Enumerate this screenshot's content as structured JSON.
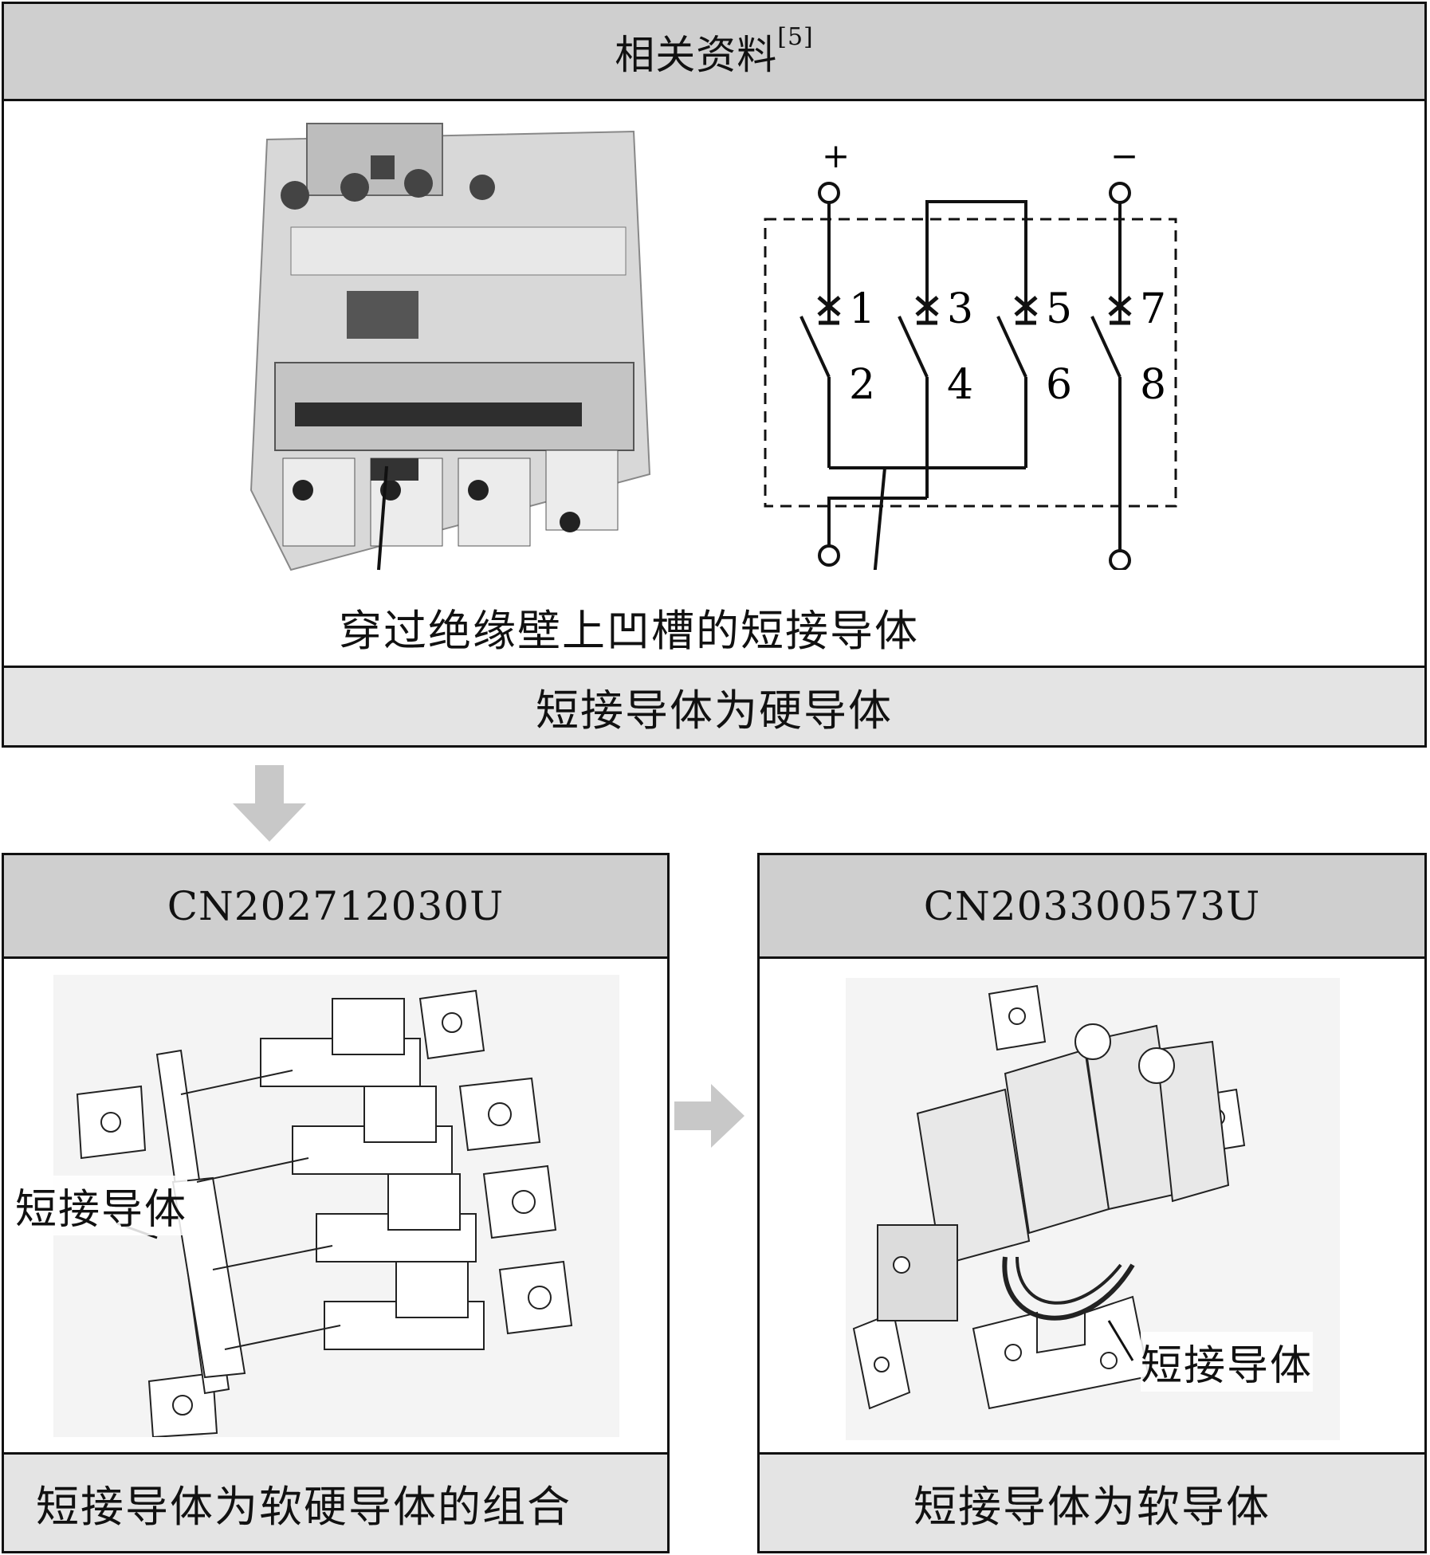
{
  "top_panel": {
    "title": "相关资料",
    "title_ref": "[5]",
    "callout": "穿过绝缘壁上凹槽的短接导体",
    "footer": "短接导体为硬导体",
    "circuit": {
      "plus": "+",
      "minus": "−",
      "contacts_top": [
        "1",
        "3",
        "5",
        "7"
      ],
      "contacts_bottom": [
        "2",
        "4",
        "6",
        "8"
      ]
    }
  },
  "left_panel": {
    "title": "CN202712030U",
    "callout": "短接导体",
    "footer": "短接导体为软硬导体的组合"
  },
  "right_panel": {
    "title": "CN203300573U",
    "callout": "短接导体",
    "footer": "短接导体为软导体"
  },
  "colors": {
    "header_bg": "#cfcfcf",
    "footer_bg": "#e4e4e4",
    "arrow": "#c8c8c8",
    "line": "#111111"
  }
}
